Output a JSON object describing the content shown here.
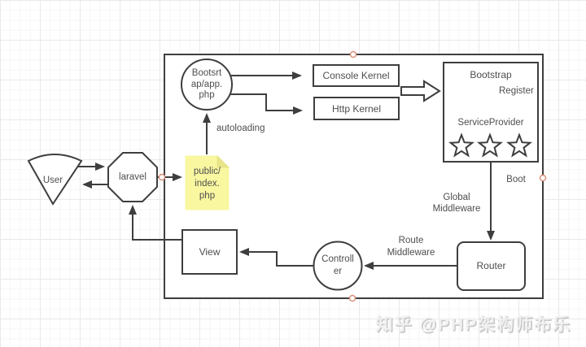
{
  "diagram": {
    "nodes": {
      "user": "User",
      "laravel": "laravel",
      "index_note": "public/\nindex.\nphp",
      "bootsrtap_circle": "Bootsrt\nap/app.\nphp",
      "console_kernel": "Console Kernel",
      "http_kernel": "Http Kernel",
      "bootstrap_box": "Bootstrap",
      "service_provider": "ServiceProvider",
      "router": "Router",
      "controller": "Controll\ner",
      "view": "View"
    },
    "edge_labels": {
      "autoloading": "autoloading",
      "register": "Register",
      "boot": "Boot",
      "global_middleware": "Global\nMiddleware",
      "route_middleware": "Route\nMiddleware"
    },
    "colors": {
      "line": "#3e3e3e",
      "text": "#4e4e4e",
      "shape_fill": "#ffffff",
      "note_fill": "#f9f7a0",
      "note_fold": "#e9e488",
      "connector_dot": "#d98d76"
    }
  },
  "watermark": "知乎 @PHP架构师布乐"
}
